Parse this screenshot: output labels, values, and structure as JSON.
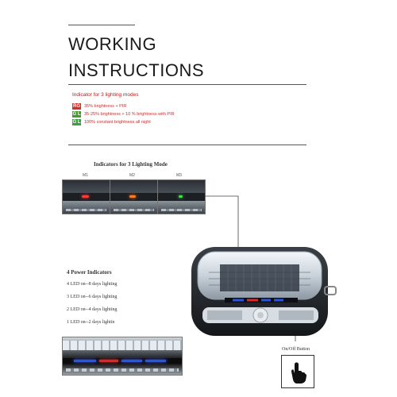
{
  "title_line1": "WORKING",
  "title_line2": "INSTRUCTIONS",
  "indicator_heading": "Indicator for 3 lighting modes",
  "modes": [
    {
      "code": "RG",
      "color": "#d0302a",
      "text": "35% brightness + PIR"
    },
    {
      "code": "G L",
      "color": "#4a9a2a",
      "text": "35-25% brightness + 10 % brightness with PIR"
    },
    {
      "code": "G L",
      "color": "#3aa040",
      "text": "100% constant brightness all night"
    }
  ],
  "photo_heading": "Indicators for 3 Lighting Mode",
  "photo_labels": [
    "M1",
    "M2",
    "M3"
  ],
  "power_heading": "4 Power Indicators",
  "power_items": [
    "4 LED on--8  days lighting",
    "3 LED on--6  days lighting",
    "2 LED on--4  days lighting",
    "1 LED on--2  days lightin"
  ],
  "onoff_label": "On/Off Button",
  "colors": {
    "red": "#e0262a",
    "blue": "#2a54e8",
    "green": "#3ac84a",
    "device_body": "#1f2327"
  }
}
